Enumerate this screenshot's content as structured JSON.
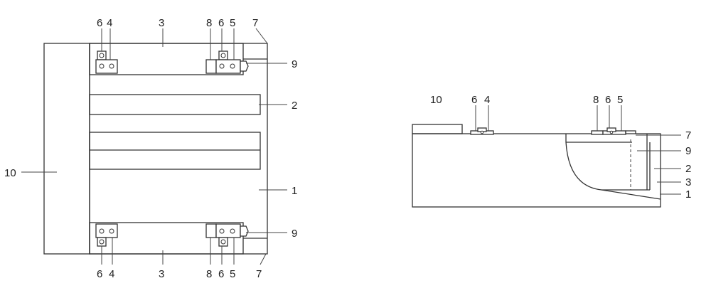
{
  "top_view": {
    "labels": {
      "num_10": "10",
      "num_1": "1",
      "num_2": "2",
      "num_9_top": "9",
      "num_9_bottom": "9",
      "top_6a": "6",
      "top_4": "4",
      "top_3": "3",
      "top_8": "8",
      "top_6b": "6",
      "top_5": "5",
      "top_7": "7",
      "bot_6a": "6",
      "bot_4": "4",
      "bot_3": "3",
      "bot_8": "8",
      "bot_6b": "6",
      "bot_5": "5",
      "bot_7": "7"
    }
  },
  "side_view": {
    "labels": {
      "num_10": "10",
      "num_6a": "6",
      "num_4": "4",
      "num_8": "8",
      "num_6b": "6",
      "num_5": "5",
      "num_7": "7",
      "num_9": "9",
      "num_2": "2",
      "num_3": "3",
      "num_1": "1"
    }
  }
}
